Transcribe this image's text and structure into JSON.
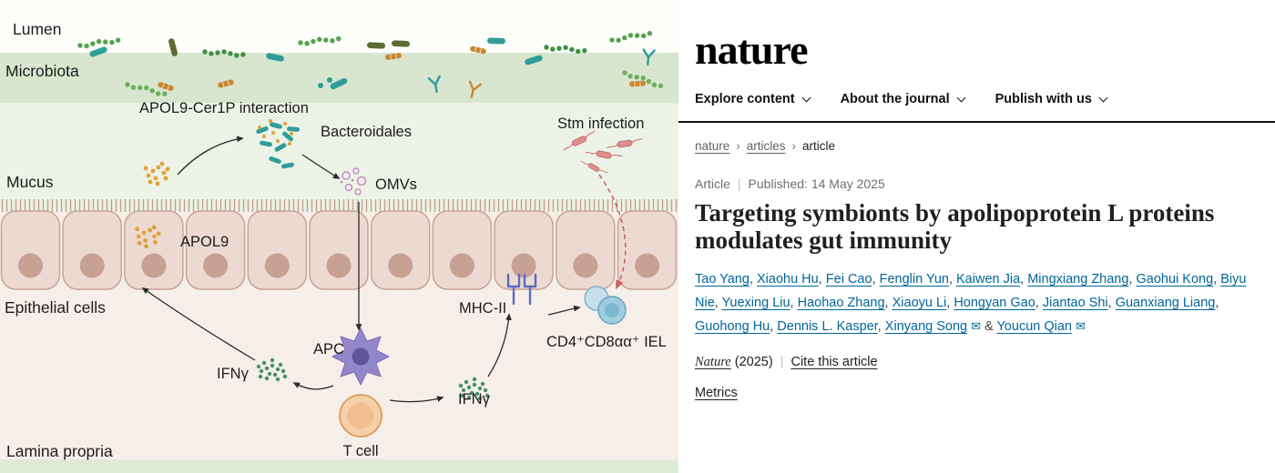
{
  "figure": {
    "labels": {
      "lumen": "Lumen",
      "microbiota": "Microbiota",
      "apol9_cer1p_interaction": "APOL9-Cer1P interaction",
      "bacteroidales": "Bacteroidales",
      "stm_infection": "Stm infection",
      "mucus": "Mucus",
      "omvs": "OMVs",
      "apol9": "APOL9",
      "epithelial_cells": "Epithelial cells",
      "mhc_ii": "MHC-II",
      "iel": "CD4⁺CD8αα⁺ IEL",
      "ifng_left": "IFNγ",
      "ifng_right": "IFNγ",
      "apc": "APC",
      "t_cell": "T cell",
      "lamina_propria": "Lamina propria"
    },
    "colors": {
      "microbiota_band": "#d8e6d0",
      "mucus_zone": "#ecf2e6",
      "lamina_propria": "#f6efe9",
      "epithelial_cell": "#ecdad2",
      "bacteroidales_teal": "#2f9e99",
      "apol9_orange": "#e3a037",
      "ifng_green": "#44906a",
      "stm_red": "#d96c6c",
      "apc_purple": "#9186c9",
      "tcell_orange": "#f5cfa4",
      "iel_blue": "#9fcde0",
      "mhc_blue": "#5b6cc0"
    }
  },
  "journal": {
    "logo": "nature",
    "nav": [
      {
        "label": "Explore content"
      },
      {
        "label": "About the journal"
      },
      {
        "label": "Publish with us"
      }
    ],
    "breadcrumb": [
      "nature",
      "articles",
      "article"
    ],
    "article_type": "Article",
    "published": "Published: 14 May 2025",
    "title": "Targeting symbionts by apolipoprotein L proteins modulates gut immunity",
    "authors": [
      {
        "name": "Tao Yang"
      },
      {
        "name": "Xiaohu Hu"
      },
      {
        "name": "Fei Cao"
      },
      {
        "name": "Fenglin Yun"
      },
      {
        "name": "Kaiwen Jia"
      },
      {
        "name": "Mingxiang Zhang"
      },
      {
        "name": "Gaohui Kong"
      },
      {
        "name": "Biyu Nie"
      },
      {
        "name": "Yuexing Liu"
      },
      {
        "name": "Haohao Zhang"
      },
      {
        "name": "Xiaoyu Li"
      },
      {
        "name": "Hongyan Gao"
      },
      {
        "name": "Jiantao Shi"
      },
      {
        "name": "Guanxiang Liang"
      },
      {
        "name": "Guohong Hu"
      },
      {
        "name": "Dennis L. Kasper"
      },
      {
        "name": "Xinyang Song",
        "email": true
      },
      {
        "name": "Youcun Qian",
        "email": true
      }
    ],
    "citation": {
      "journal": "Nature",
      "year": "(2025)",
      "cite_label": "Cite this article"
    },
    "metrics_label": "Metrics"
  }
}
